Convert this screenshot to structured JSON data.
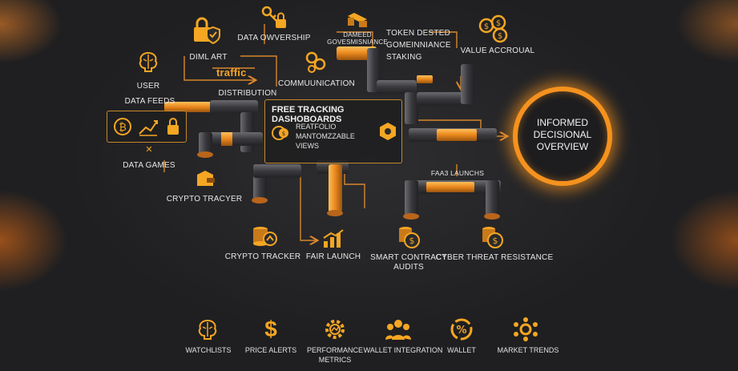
{
  "labels": {
    "user": "USER",
    "data_feeds": "DATA FEEDS",
    "data_games": "DATA GAMES",
    "crypto_tracyer": "CRYPTO TRACYER",
    "diml_art": "DIML ART",
    "traffic": "traffic",
    "distribution": "DISTRIBUTION",
    "data_ownership": "DATA OWVERSHIP",
    "communication": "COMMUUNICATION",
    "dameed": "DAMEED",
    "governance_small": "GOVESMISNIANCE",
    "token_dested": "TOKEN DESTED",
    "goimeinniance": "GOMEINNIANCE",
    "staking": "STAKING",
    "value_accroual": "VALUE ACCROUAL",
    "faa3_launchs": "FAA3 LAUNCHS",
    "crypto_tracker": "CRYPTO TRACKER",
    "fair_launch": "FAIR LAUNCH",
    "smart_contract_1": "SMART CONTRACT",
    "smart_contract_2": "AUDITS",
    "cyber_threat": "CYBER THREAT RESISTANCE"
  },
  "panel": {
    "title": "FREE TRACKING DASHOBOARDS",
    "item1": "REATFOLIO",
    "item2": "MANTOMZZABLE",
    "item3": "VIEWS"
  },
  "outcome": {
    "line1": "INFORMED",
    "line2": "DECISIONAL",
    "line3": "OVERVIEW"
  },
  "features": [
    {
      "label": "WATCHLISTS",
      "icon": "brain-icon"
    },
    {
      "label": "PRICE ALERTS",
      "icon": "dollar-icon"
    },
    {
      "label": "PERFORMANCE",
      "label2": "METRICS",
      "icon": "gear-chart-icon"
    },
    {
      "label": "WALLET INTEGRATION",
      "icon": "users-icon"
    },
    {
      "label": "WALLET",
      "icon": "percent-icon"
    },
    {
      "label": "MARKET TRENDS",
      "icon": "network-gear-icon"
    }
  ],
  "colors": {
    "accent": "#f5a623",
    "glow": "#f5921e",
    "pipe": "#4a4a4e"
  }
}
